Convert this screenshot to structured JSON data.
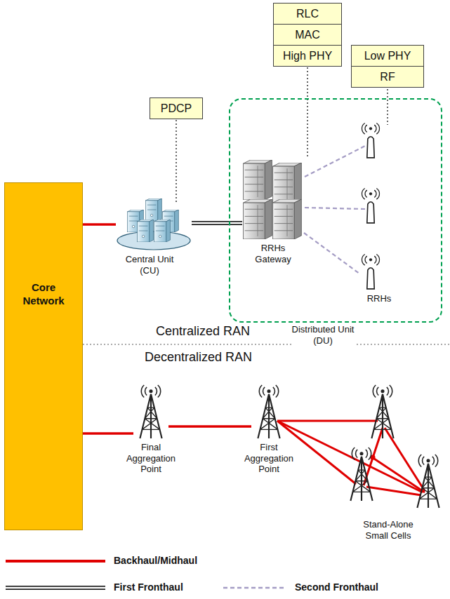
{
  "diagram": {
    "nodes": [
      {
        "text": [
          "RLC"
        ]
      },
      {
        "text": [
          "MAC"
        ]
      },
      {
        "text": [
          "High PHY"
        ]
      },
      {
        "text": [
          "Low PHY"
        ]
      },
      {
        "text": [
          "RF"
        ]
      },
      {
        "text": [
          "PDCP"
        ]
      },
      {
        "text": [
          "Core Network"
        ]
      },
      {
        "text": [
          "Central Unit (CU)"
        ]
      },
      {
        "text": [
          "Distributed Unit (DU)"
        ]
      },
      {
        "text": [
          "RRHs Gateway"
        ],
        "in": 8
      },
      {
        "text": [
          "RRHs"
        ],
        "in": 8
      },
      {
        "text": [
          "Final Aggregation Point"
        ]
      },
      {
        "text": [
          "First Aggregation Point"
        ]
      }
    ],
    "edges": [
      {
        "from": 6,
        "to": 7,
        "arrow": "none"
      },
      {
        "from": 7,
        "to": 9,
        "arrow": "none"
      },
      {
        "from": 9,
        "to": 10,
        "arrow": "none"
      },
      {
        "from": 6,
        "to": 11,
        "arrow": "none"
      },
      {
        "from": 11,
        "to": 12,
        "arrow": "none"
      }
    ],
    "labels": [
      "Centralized RAN",
      "Decentralized RAN",
      "Stand-Alone Small Cells"
    ],
    "legend": [
      {
        "text": "Backhaul/Midhaul"
      },
      {
        "text": "First Fronthaul"
      },
      {
        "text": "Second Fronthaul"
      }
    ]
  }
}
